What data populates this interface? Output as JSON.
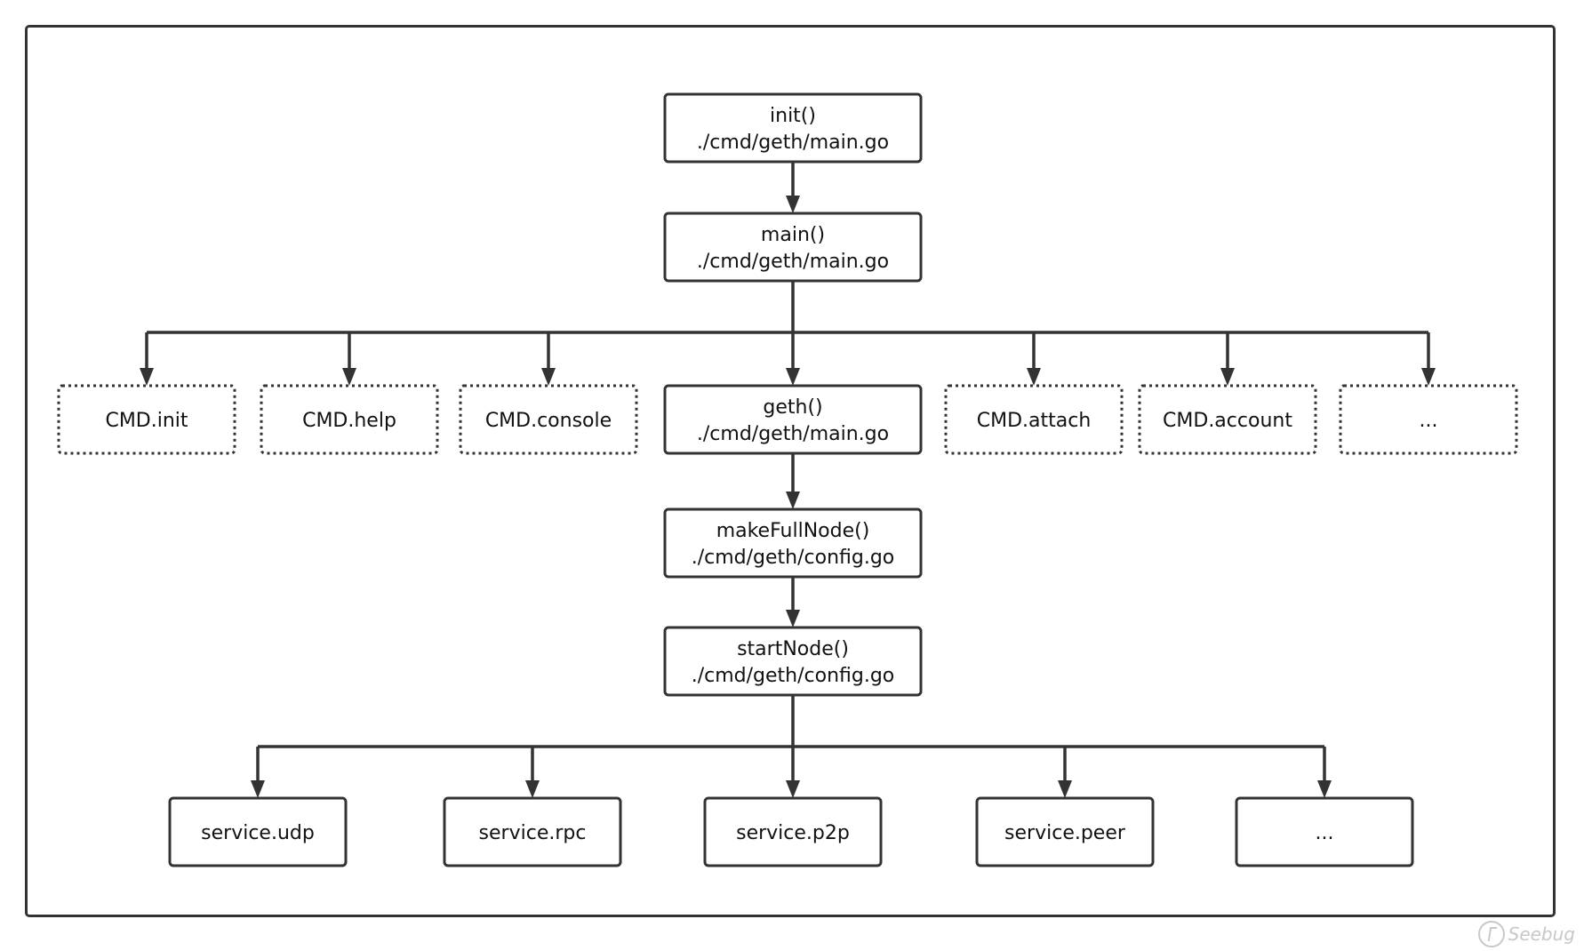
{
  "nodes": {
    "init": {
      "lines": [
        "init()",
        "./cmd/geth/main.go"
      ],
      "style": "solid"
    },
    "main": {
      "lines": [
        "main()",
        "./cmd/geth/main.go"
      ],
      "style": "solid"
    },
    "cmd_init": {
      "lines": [
        "CMD.init"
      ],
      "style": "dotted"
    },
    "cmd_help": {
      "lines": [
        "CMD.help"
      ],
      "style": "dotted"
    },
    "cmd_console": {
      "lines": [
        "CMD.console"
      ],
      "style": "dotted"
    },
    "geth": {
      "lines": [
        "geth()",
        "./cmd/geth/main.go"
      ],
      "style": "solid"
    },
    "cmd_attach": {
      "lines": [
        "CMD.attach"
      ],
      "style": "dotted"
    },
    "cmd_account": {
      "lines": [
        "CMD.account"
      ],
      "style": "dotted"
    },
    "cmd_more": {
      "lines": [
        "..."
      ],
      "style": "dotted"
    },
    "makefullnode": {
      "lines": [
        "makeFullNode()",
        "./cmd/geth/config.go"
      ],
      "style": "solid"
    },
    "startnode": {
      "lines": [
        "startNode()",
        "./cmd/geth/config.go"
      ],
      "style": "solid"
    },
    "svc_udp": {
      "lines": [
        "service.udp"
      ],
      "style": "solid"
    },
    "svc_rpc": {
      "lines": [
        "service.rpc"
      ],
      "style": "solid"
    },
    "svc_p2p": {
      "lines": [
        "service.p2p"
      ],
      "style": "solid"
    },
    "svc_peer": {
      "lines": [
        "service.peer"
      ],
      "style": "solid"
    },
    "svc_more": {
      "lines": [
        "..."
      ],
      "style": "solid"
    }
  },
  "edges": [
    [
      "init",
      "main"
    ],
    [
      "main",
      "cmd_init"
    ],
    [
      "main",
      "cmd_help"
    ],
    [
      "main",
      "cmd_console"
    ],
    [
      "main",
      "geth"
    ],
    [
      "main",
      "cmd_attach"
    ],
    [
      "main",
      "cmd_account"
    ],
    [
      "main",
      "cmd_more"
    ],
    [
      "geth",
      "makefullnode"
    ],
    [
      "makefullnode",
      "startnode"
    ],
    [
      "startnode",
      "svc_udp"
    ],
    [
      "startnode",
      "svc_rpc"
    ],
    [
      "startnode",
      "svc_p2p"
    ],
    [
      "startnode",
      "svc_peer"
    ],
    [
      "startnode",
      "svc_more"
    ]
  ],
  "watermark": {
    "icon": "seebug-logo-icon",
    "text": "Seebug"
  }
}
